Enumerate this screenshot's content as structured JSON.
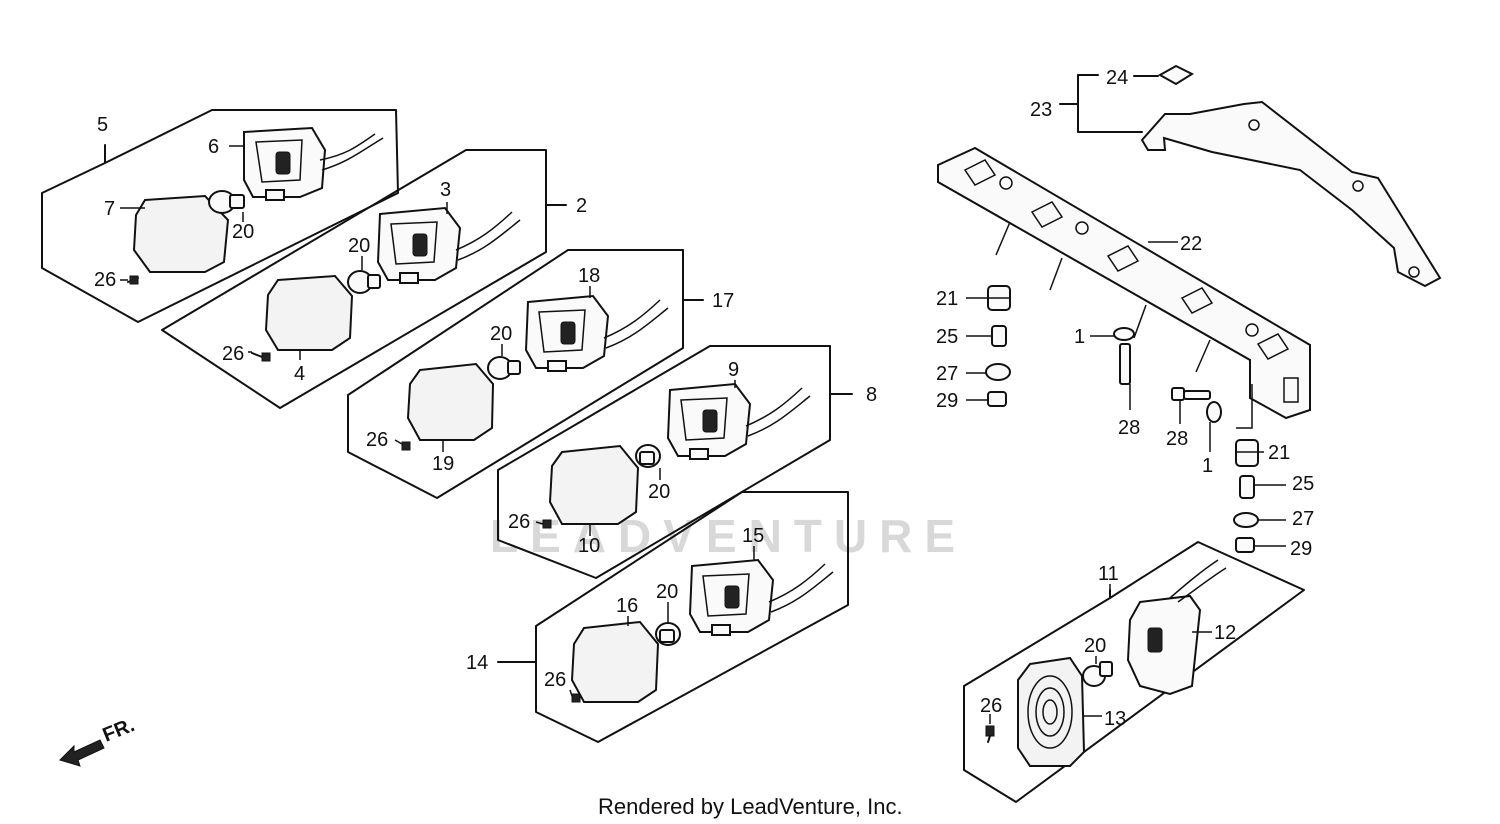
{
  "labels": {
    "l1a": "1",
    "l1b": "1",
    "l2": "2",
    "l3": "3",
    "l4": "4",
    "l5": "5",
    "l6": "6",
    "l7": "7",
    "l8": "8",
    "l9": "9",
    "l10": "10",
    "l11": "11",
    "l12": "12",
    "l13": "13",
    "l14": "14",
    "l15": "15",
    "l16": "16",
    "l17": "17",
    "l18": "18",
    "l19": "19",
    "l20a": "20",
    "l20b": "20",
    "l20c": "20",
    "l20d": "20",
    "l20e": "20",
    "l20f": "20",
    "l21a": "21",
    "l21b": "21",
    "l22": "22",
    "l23": "23",
    "l24": "24",
    "l25a": "25",
    "l25b": "25",
    "l26a": "26",
    "l26b": "26",
    "l26c": "26",
    "l26d": "26",
    "l26e": "26",
    "l26f": "26",
    "l27a": "27",
    "l27b": "27",
    "l28a": "28",
    "l28b": "28",
    "l29a": "29",
    "l29b": "29"
  },
  "front_label": "FR.",
  "watermark": "LEADVENTURE",
  "footer": "Rendered by LeadVenture, Inc."
}
